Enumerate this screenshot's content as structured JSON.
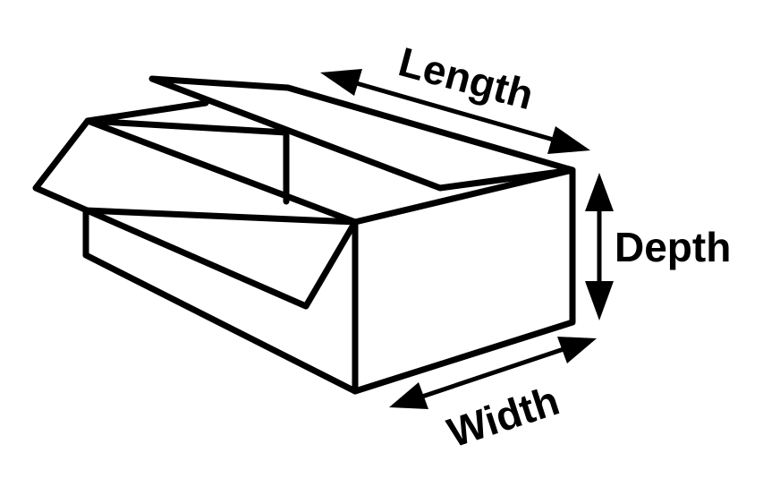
{
  "labels": {
    "length": "Length",
    "depth": "Depth",
    "width": "Width"
  },
  "colors": {
    "ink": "#000000",
    "background": "#ffffff"
  }
}
